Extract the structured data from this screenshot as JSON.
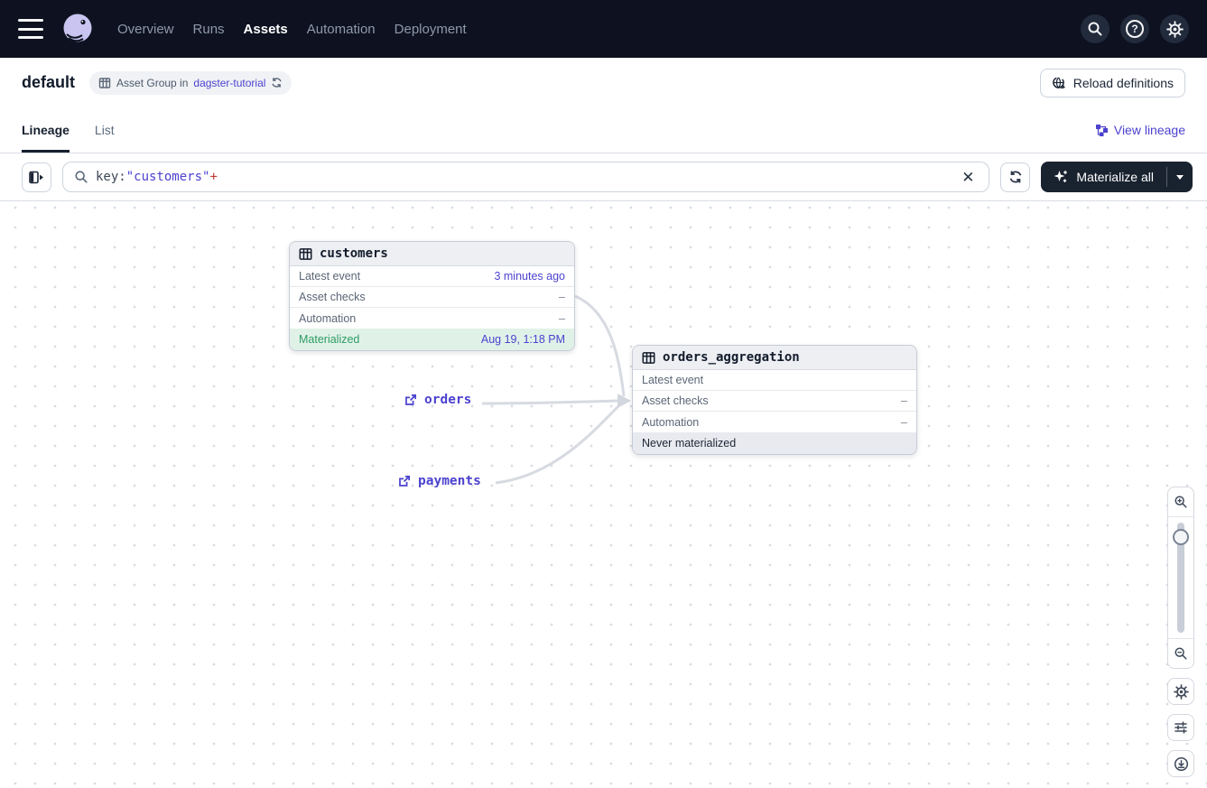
{
  "nav": {
    "items": [
      {
        "label": "Overview",
        "active": false
      },
      {
        "label": "Runs",
        "active": false
      },
      {
        "label": "Assets",
        "active": true
      },
      {
        "label": "Automation",
        "active": false
      },
      {
        "label": "Deployment",
        "active": false
      }
    ],
    "icons": [
      "hamburger-icon",
      "dagster-logo",
      "search-icon",
      "help-icon",
      "gear-icon"
    ]
  },
  "header": {
    "title": "default",
    "badge": {
      "prefix": "Asset Group in",
      "link": "dagster-tutorial",
      "icon": "asset-group-icon",
      "refresh_icon": "refresh-icon"
    },
    "reload_label": "Reload definitions"
  },
  "tabs": {
    "items": [
      {
        "label": "Lineage",
        "active": true
      },
      {
        "label": "List",
        "active": false
      }
    ],
    "view_lineage_label": "View lineage"
  },
  "toolbar": {
    "query": {
      "key": "key:",
      "value": "\"customers\"",
      "plus": "+"
    },
    "materialize_label": "Materialize all"
  },
  "graph": {
    "nodes": [
      {
        "name": "customers",
        "rows": [
          {
            "label": "Latest event",
            "value": "3 minutes ago",
            "value_style": "link"
          },
          {
            "label": "Asset checks",
            "value": "–",
            "value_style": "dash"
          },
          {
            "label": "Automation",
            "value": "–",
            "value_style": "dash"
          }
        ],
        "status": {
          "label": "Materialized",
          "value": "Aug 19, 1:18 PM",
          "type": "materialized"
        }
      },
      {
        "name": "orders_aggregation",
        "rows": [
          {
            "label": "Latest event",
            "value": "",
            "value_style": "none"
          },
          {
            "label": "Asset checks",
            "value": "–",
            "value_style": "dash"
          },
          {
            "label": "Automation",
            "value": "–",
            "value_style": "dash"
          }
        ],
        "status": {
          "label": "Never materialized",
          "value": "",
          "type": "never"
        }
      }
    ],
    "external_assets": [
      {
        "label": "orders"
      },
      {
        "label": "payments"
      }
    ]
  },
  "colors": {
    "nav_bg": "#0d1120",
    "accent_indigo": "#4c42cf",
    "materialized_green": "#2f9b63",
    "materialized_bg": "#e0f2e8",
    "error_red": "#bf3a32",
    "button_dark": "#19222f",
    "logo_lavender": "#c9c4f0"
  }
}
